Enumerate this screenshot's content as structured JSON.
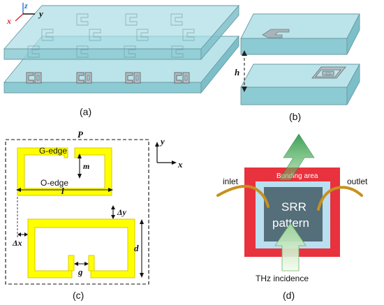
{
  "panel_a": {
    "caption": "(a)",
    "axes": {
      "z": "z",
      "x": "x",
      "y": "y"
    }
  },
  "panel_b": {
    "caption": "(b)",
    "gap_label": "h"
  },
  "panel_c": {
    "caption": "(c)",
    "period_label": "P",
    "g_edge_label": "G-edge",
    "o_edge_label": "O-edge",
    "dims": {
      "m": "m",
      "l": "l",
      "dy": "Δy",
      "dx": "Δx",
      "d": "d",
      "g": "g"
    },
    "axes": {
      "y": "y",
      "x": "x"
    },
    "colors": {
      "metal": "#ffff00",
      "metal_edge": "#d8c800"
    }
  },
  "panel_d": {
    "caption": "(d)",
    "bonding_label": "Bonding area",
    "inlet_label": "inlet",
    "outlet_label": "outlet",
    "pattern_label_1": "SRR",
    "pattern_label_2": "pattern",
    "incidence_label": "THz incidence",
    "colors": {
      "frame": "#e8323e",
      "channel": "#b9dff0",
      "pattern": "#546e7a",
      "tube": "#c8901c",
      "beam": "#4bb04b"
    }
  }
}
